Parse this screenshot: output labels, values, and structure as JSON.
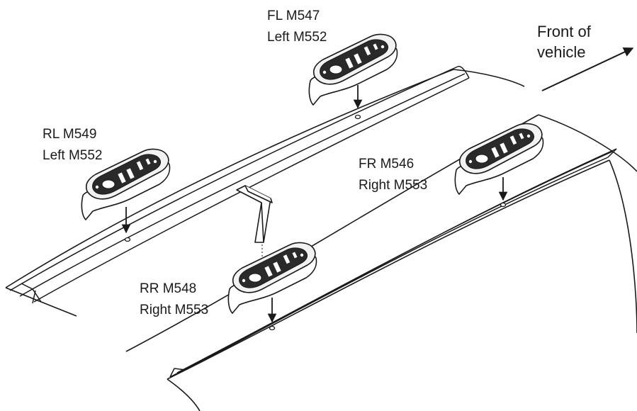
{
  "direction": {
    "line1": "Front of",
    "line2": "vehicle"
  },
  "mounts": [
    {
      "id": "FL",
      "code": "FL M547",
      "part": "Left M552"
    },
    {
      "id": "RL",
      "code": "RL M549",
      "part": "Left M552"
    },
    {
      "id": "FR",
      "code": "FR M546",
      "part": "Right M553"
    },
    {
      "id": "RR",
      "code": "RR M548",
      "part": "Right M553"
    }
  ],
  "colors": {
    "line": "#1a1a1a",
    "fill": "#ffffff",
    "shade": "#e6e6e6",
    "dark": "#333333"
  },
  "icons": {
    "direction_arrow": "arrow-up-right-icon",
    "insert_arrow": "arrow-down-icon",
    "tool": "hex-key-icon"
  }
}
